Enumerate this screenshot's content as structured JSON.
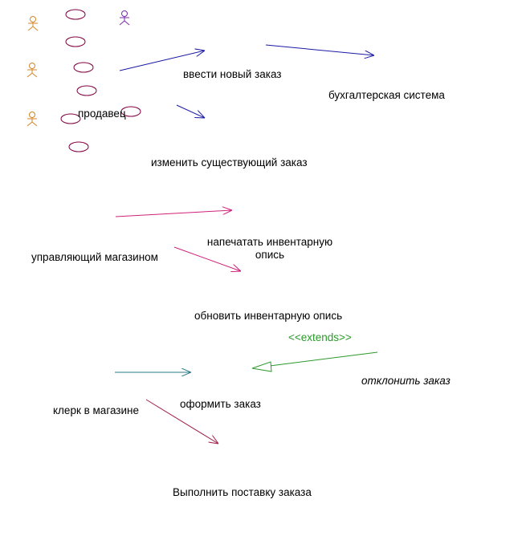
{
  "diagram": {
    "actors": [
      {
        "id": "seller",
        "label": "продавец"
      },
      {
        "id": "store_manager",
        "label": "управляющий магазином"
      },
      {
        "id": "store_clerk",
        "label": "клерк в магазине"
      },
      {
        "id": "accounting_system",
        "label": "бухгалтерская система"
      }
    ],
    "use_cases": [
      {
        "id": "new_order",
        "label": "ввести новый заказ"
      },
      {
        "id": "change_order",
        "label": "изменить существующий заказ"
      },
      {
        "id": "print_inventory",
        "label": "напечатать инвентарную опись"
      },
      {
        "id": "update_inventory",
        "label": "обновить инвентарную опись"
      },
      {
        "id": "process_order",
        "label": "оформить заказ"
      },
      {
        "id": "reject_order",
        "label": "отклонить заказ"
      },
      {
        "id": "ship_order",
        "label": "Выполнить поставку заказа"
      }
    ],
    "stereotype": "<<extends>>",
    "colors": {
      "actor_orange": "#d4862a",
      "actor_purple": "#7a2aa8",
      "ellipse": "#800040",
      "assoc_seller": "#1a1aa6",
      "assoc_manager": "#d0207a",
      "assoc_clerk_teal": "#2a7a8a",
      "assoc_clerk_maroon": "#a0204a",
      "extends": "#2a9a2a"
    }
  }
}
